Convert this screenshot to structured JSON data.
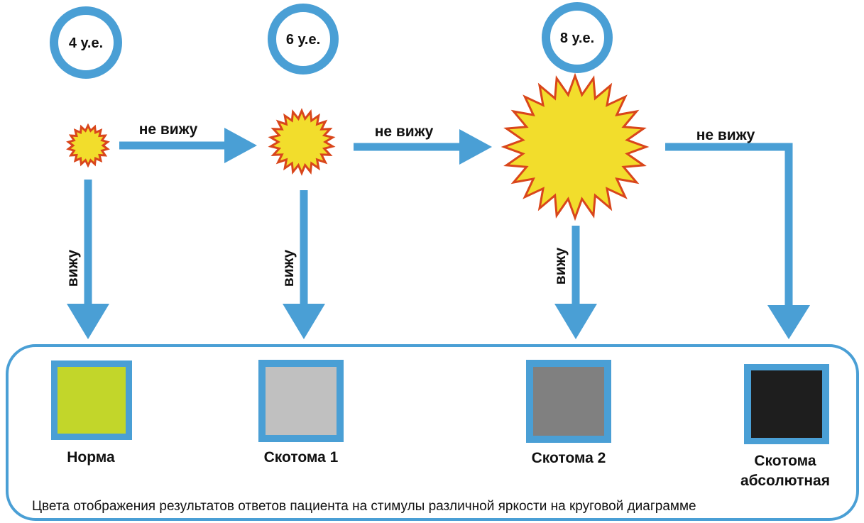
{
  "levels": [
    {
      "label": "4 у.е."
    },
    {
      "label": "6 у.е."
    },
    {
      "label": "8 у.е."
    }
  ],
  "arrows": {
    "not_seen": "не вижу",
    "seen": "вижу"
  },
  "categories": [
    {
      "name": "Норма",
      "color": "#c2d62a"
    },
    {
      "name": "Скотома 1",
      "color": "#c0c0c0"
    },
    {
      "name": "Скотома 2",
      "color": "#808080"
    },
    {
      "name_line1": "Скотома",
      "name_line2": "абсолютная",
      "color": "#1e1e1e"
    }
  ],
  "caption": "Цвета отображения результатов ответов пациента на стимулы различной яркости на круговой диаграмме",
  "colors": {
    "accent_blue": "#4a9fd5",
    "stimulus_fill": "#f2dd2c",
    "stimulus_stroke": "#d9461b"
  }
}
